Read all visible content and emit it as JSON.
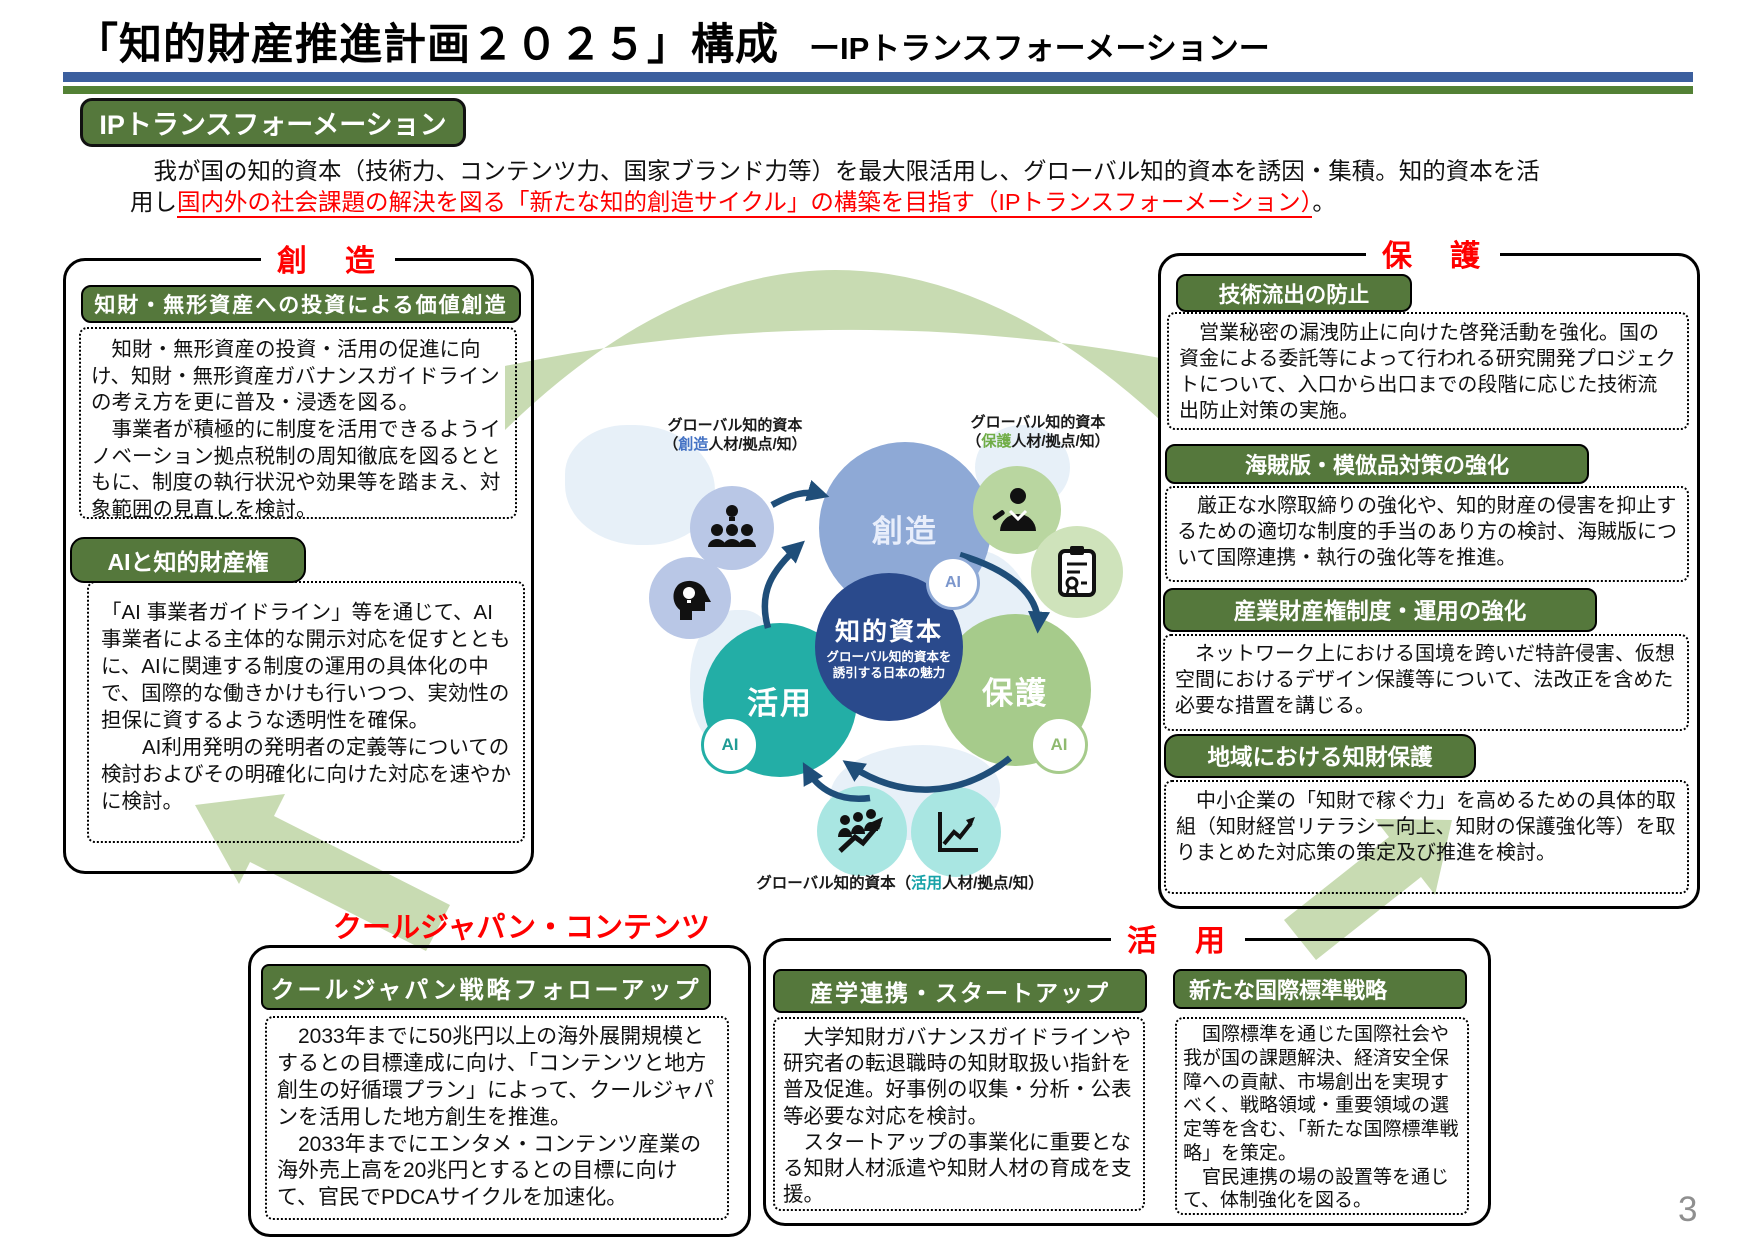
{
  "page": {
    "number": "3"
  },
  "header": {
    "title": "「知的財産推進計画２０２５」構成",
    "subtitle": "ーIPトランスフォーメーションー",
    "badge": "IPトランスフォーメーション",
    "intro_part1": "　我が国の知的資本（技術力、コンテンツ力、国家ブランド力等）を最大限活用し、グローバル知的資本を誘因・集積。知的資本を活\n用し",
    "intro_red": "国内外の社会課題の解決を図る「新たな知的創造サイクル」の構築を目指す（IPトランスフォーメーション）",
    "intro_end": "。"
  },
  "sections": {
    "creation": {
      "title": "創　造",
      "items": [
        {
          "heading": "知財・無形資産への投資による価値創造",
          "body": "　知財・無形資産の投資・活用の促進に向け、知財・無形資産ガバナンスガイドラインの考え方を更に普及・浸透を図る。\n　事業者が積極的に制度を活用できるようイノベーション拠点税制の周知徹底を図るとともに、制度の執行状況や効果等を踏まえ、対象範囲の見直しを検討。"
        },
        {
          "heading": "AIと知的財産権",
          "body": "「AI 事業者ガイドライン」等を通じて、AI事業者による主体的な開示対応を促すとともに、AIに関連する制度の運用の具体化の中で、国際的な働きかけも行いつつ、実効性の担保に資するような透明性を確保。\n　　AI利用発明の発明者の定義等についての検討およびその明確化に向けた対応を速やかに検討。"
        }
      ]
    },
    "protection": {
      "title": "保　護",
      "items": [
        {
          "heading": "技術流出の防止",
          "body": "　営業秘密の漏洩防止に向けた啓発活動を強化。国の資金による委託等によって行われる研究開発プロジェクトについて、入口から出口までの段階に応じた技術流出防止対策の実施。"
        },
        {
          "heading": "海賊版・模倣品対策の強化",
          "body": "　厳正な水際取締りの強化や、知的財産の侵害を抑止するための適切な制度的手当のあり方の検討、海賊版について国際連携・執行の強化等を推進。"
        },
        {
          "heading": "産業財産権制度・運用の強化",
          "body": "　ネットワーク上における国境を跨いだ特許侵害、仮想空間におけるデザイン保護等について、法改正を含めた必要な措置を講じる。"
        },
        {
          "heading": "地域における知財保護",
          "body": "　中小企業の「知財で稼ぐ力」を高めるための具体的取組（知財経営リテラシー向上、知財の保護強化等）を取りまとめた対応策の策定及び推進を検討。"
        }
      ]
    },
    "cooljapan": {
      "title": "クールジャパン・コンテンツ",
      "items": [
        {
          "heading": "クールジャパン戦略フォローアップ",
          "body": "　2033年までに50兆円以上の海外展開規模とするとの目標達成に向け、「コンテンツと地方創生の好循環プラン」によって、クールジャパンを活用した地方創生を推進。\n　2033年までにエンタメ・コンテンツ産業の海外売上高を20兆円とするとの目標に向けて、官民でPDCAサイクルを加速化。"
        }
      ]
    },
    "utilization": {
      "title": "活　用",
      "items": [
        {
          "heading": "産学連携・スタートアップ",
          "body": "　大学知財ガバナンスガイドラインや研究者の転退職時の知財取扱い指針を普及促進。好事例の収集・分析・公表等必要な対応を検討。\n　スタートアップの事業化に重要となる知財人材派遣や知財人材の育成を支援。"
        },
        {
          "heading": "新たな国際標準戦略",
          "body": "　国際標準を通じた国際社会や我が国の課題解決、経済安全保障への貢献、市場創出を実現すべく、戦略領域・重要領域の選定等を含む、「新たな国際標準戦略」を策定。\n　官民連携の場の設置等を通じて、体制強化を図る。"
        }
      ]
    }
  },
  "diagram": {
    "caption_create": {
      "line1": "グローバル知的資本",
      "line2_pre": "（",
      "keyword": "創造",
      "line2_post": "人材/拠点/知）"
    },
    "caption_protect": {
      "line1": "グローバル知的資本",
      "line2_pre": "（",
      "keyword": "保護",
      "line2_post": "人材/拠点/知）"
    },
    "caption_use": {
      "pre": "グローバル知的資本（",
      "keyword": "活用",
      "post": "人材/拠点/知）"
    },
    "center_circle": {
      "title": "知的資本",
      "subtitle": "グローバル知的資本を\n誘引する日本の魅力"
    },
    "circle_create": "創造",
    "circle_use": "活用",
    "circle_protect": "保護",
    "ai_label": "AI",
    "colors": {
      "pill_green": "#55783c",
      "rule_blue": "#3c5f9e",
      "rule_green": "#538135",
      "accent_red": "#ff0000",
      "circle_create": "#8ea9d6",
      "circle_capital": "#2a4a8c",
      "circle_use": "#23aea6",
      "circle_protect": "#a6cb8b",
      "swoosh_green": "#c8dbb2",
      "arrow_blue": "#1f4e79"
    }
  }
}
